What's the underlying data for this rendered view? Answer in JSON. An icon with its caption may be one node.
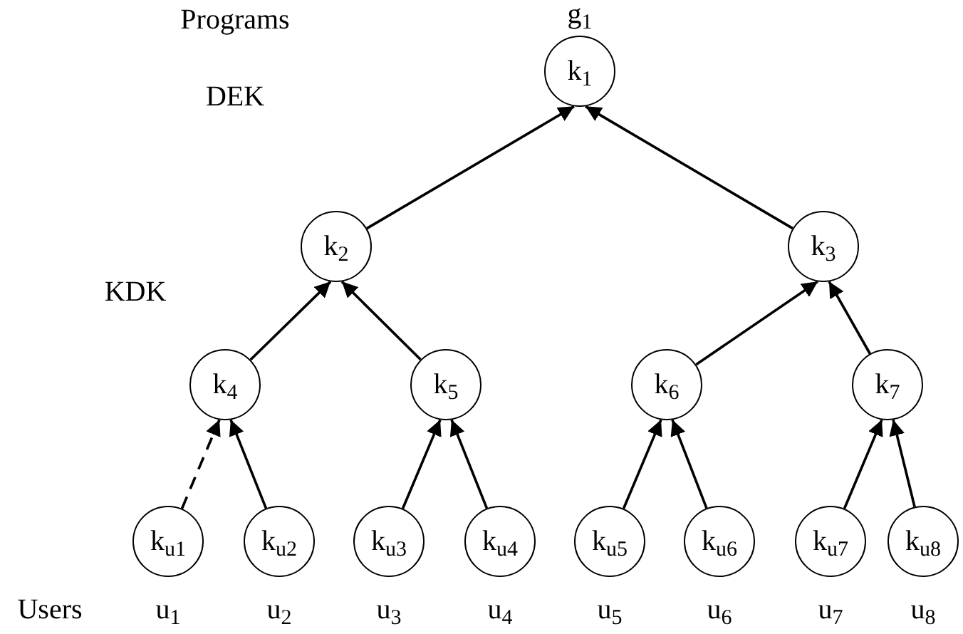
{
  "diagram": {
    "nodes": [
      {
        "text": [
          "k$_{1}$"
        ],
        "beside": [
          "g$_{1}$"
        ]
      },
      {
        "text": [
          "k$_{2}$"
        ]
      },
      {
        "text": [
          "k$_{3}$"
        ]
      },
      {
        "text": [
          "k$_{4}$"
        ]
      },
      {
        "text": [
          "k$_{5}$"
        ]
      },
      {
        "text": [
          "k$_{6}$"
        ]
      },
      {
        "text": [
          "k$_{7}$"
        ]
      },
      {
        "text": [
          "k$_{u1}$"
        ],
        "beside": [
          "u$_{1}$"
        ]
      },
      {
        "text": [
          "k$_{u2}$"
        ],
        "beside": [
          "u$_{2}$"
        ]
      },
      {
        "text": [
          "k$_{u3}$"
        ],
        "beside": [
          "u$_{3}$"
        ]
      },
      {
        "text": [
          "k$_{u4}$"
        ],
        "beside": [
          "u$_{4}$"
        ]
      },
      {
        "text": [
          "k$_{u5}$"
        ],
        "beside": [
          "u$_{5}$"
        ]
      },
      {
        "text": [
          "k$_{u6}$"
        ],
        "beside": [
          "u$_{6}$"
        ]
      },
      {
        "text": [
          "k$_{u7}$"
        ],
        "beside": [
          "u$_{7}$"
        ]
      },
      {
        "text": [
          "k$_{u8}$"
        ],
        "beside": [
          "u$_{8}$"
        ]
      }
    ],
    "edges": [
      {
        "from": 1,
        "to": 0,
        "arrow": "to"
      },
      {
        "from": 2,
        "to": 0,
        "arrow": "to"
      },
      {
        "from": 3,
        "to": 1,
        "arrow": "to"
      },
      {
        "from": 4,
        "to": 1,
        "arrow": "to"
      },
      {
        "from": 5,
        "to": 2,
        "arrow": "to"
      },
      {
        "from": 6,
        "to": 2,
        "arrow": "to"
      },
      {
        "from": 7,
        "to": 3,
        "arrow": "to",
        "style": "dashed"
      },
      {
        "from": 8,
        "to": 3,
        "arrow": "to"
      },
      {
        "from": 9,
        "to": 4,
        "arrow": "to"
      },
      {
        "from": 10,
        "to": 4,
        "arrow": "to"
      },
      {
        "from": 11,
        "to": 5,
        "arrow": "to"
      },
      {
        "from": 12,
        "to": 5,
        "arrow": "to"
      },
      {
        "from": 13,
        "to": 6,
        "arrow": "to"
      },
      {
        "from": 14,
        "to": 6,
        "arrow": "to"
      }
    ],
    "labels": [
      "Programs",
      "DEK",
      "KDK",
      "Users"
    ]
  }
}
